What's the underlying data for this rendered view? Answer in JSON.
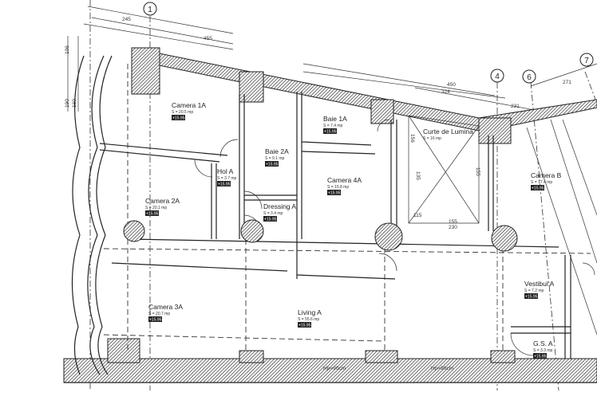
{
  "plan": {
    "grid_axes": [
      "1",
      "4",
      "6",
      "7"
    ],
    "dimensions_top": [
      "245",
      "455",
      "450",
      "324",
      "231",
      "271"
    ],
    "dimensions_left": [
      "106",
      "160",
      "190"
    ],
    "dimensions_court": [
      "115",
      "155",
      "230",
      "135",
      "155",
      "156"
    ],
    "rooms": [
      {
        "name": "Camera 1A",
        "area": "S = 20.5 mp",
        "level": "+15.95"
      },
      {
        "name": "Baie 1A",
        "area": "S = 7.4 mp",
        "level": "+15.95"
      },
      {
        "name": "Baie 2A",
        "area": "S = 9.1 mp",
        "level": "+15.95"
      },
      {
        "name": "Hol A",
        "area": "S = 3.7 mp",
        "level": "+15.95"
      },
      {
        "name": "Camera 2A",
        "area": "S = 20.1 mp",
        "level": "+15.95"
      },
      {
        "name": "Dressing A",
        "area": "S = 3.4 mp",
        "level": "+15.95"
      },
      {
        "name": "Camera 4A",
        "area": "S = 15.8 mp",
        "level": "+15.95"
      },
      {
        "name": "Curte de Lumina",
        "area": "S = 16 mp",
        "level": ""
      },
      {
        "name": "Camera B",
        "area": "S = 17.4 mp",
        "level": "+15.95"
      },
      {
        "name": "Vestibul A",
        "area": "S = 7.2 mp",
        "level": "+15.95"
      },
      {
        "name": "G.S. A",
        "area": "S = 3.3 mp",
        "level": "+15.95"
      },
      {
        "name": "Camera 3A",
        "area": "S = 20.7 mp",
        "level": "+15.95"
      },
      {
        "name": "Living A",
        "area": "S = 55.6 mp",
        "level": "+15.95"
      }
    ],
    "sill_notes": [
      "Hp=90cm",
      "Hp=90cm"
    ]
  }
}
